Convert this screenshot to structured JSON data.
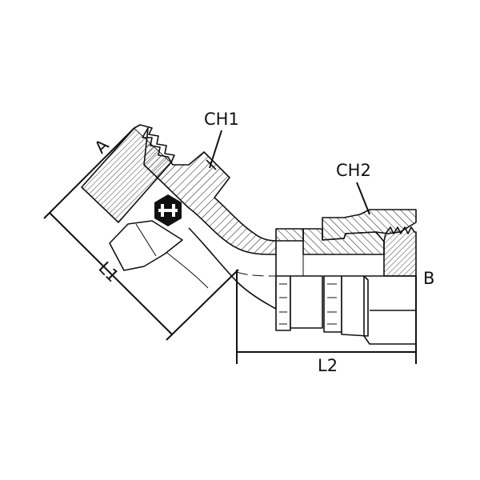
{
  "drawing": {
    "labels": {
      "a": "A",
      "l1": "L1",
      "ch1": "CH1",
      "ch2": "CH2",
      "b": "B",
      "l2": "L2"
    },
    "logo_text": "H",
    "colors": {
      "line": "#111111",
      "background": "#ffffff"
    }
  }
}
